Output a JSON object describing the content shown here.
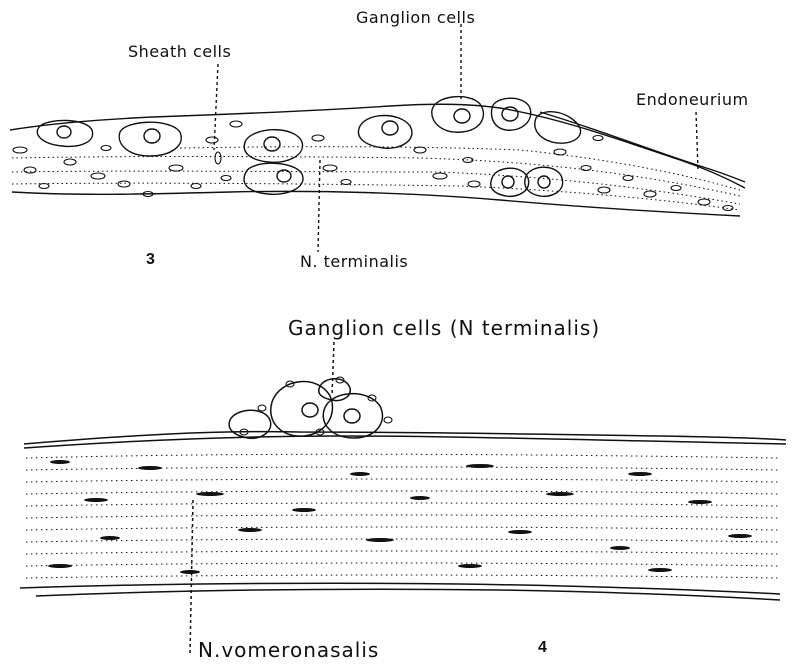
{
  "figure3": {
    "labels": {
      "ganglion_cells": "Ganglion cells",
      "sheath_cells": "Sheath cells",
      "endoneurium": "Endoneurium",
      "n_terminalis": "N. terminalis"
    },
    "number": "3"
  },
  "figure4": {
    "labels": {
      "ganglion_cells": "Ganglion cells (N terminalis)",
      "n_vomeronasalis": "N.vomeronasalis"
    },
    "number": "4"
  },
  "colors": {
    "ink": "#111111",
    "paper": "#ffffff"
  }
}
